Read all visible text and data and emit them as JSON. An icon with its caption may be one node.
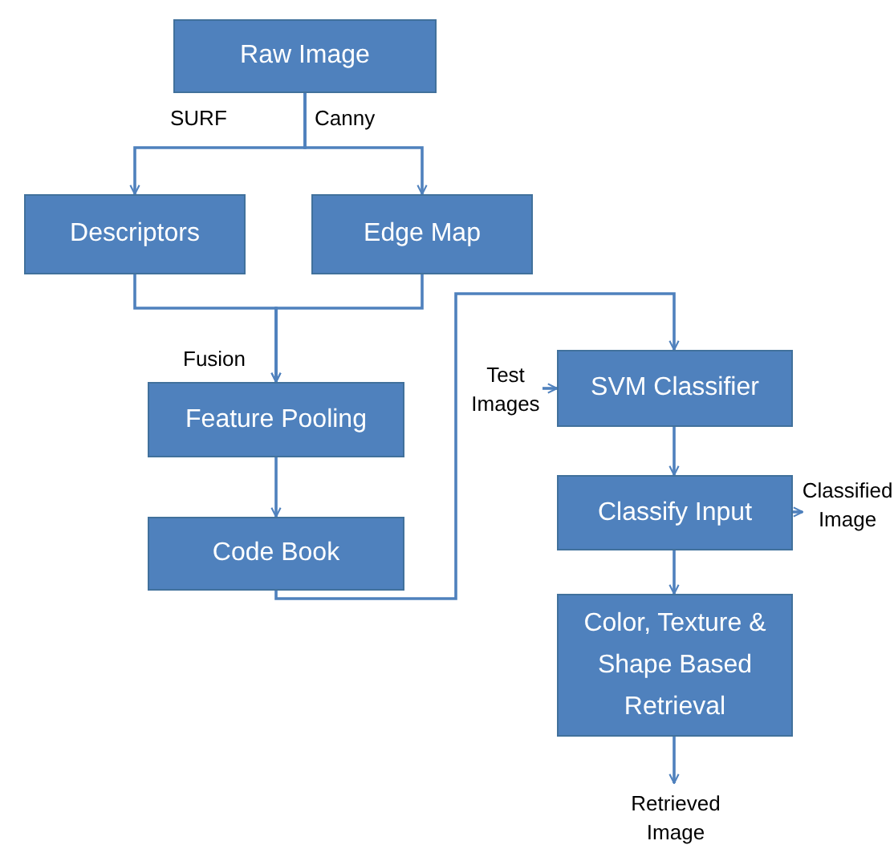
{
  "diagram": {
    "nodes": [
      {
        "text": [
          "Raw Image"
        ]
      },
      {
        "text": [
          "Descriptors"
        ]
      },
      {
        "text": [
          "Edge Map"
        ]
      },
      {
        "text": [
          "Feature Pooling"
        ]
      },
      {
        "text": [
          "Code Book"
        ]
      },
      {
        "text": [
          "SVM Classifier"
        ]
      },
      {
        "text": [
          "Classify Input"
        ]
      },
      {
        "text": [
          "Color, Texture & Shape Based Retrieval"
        ]
      },
      {
        "text": [
          "Retrieved Image"
        ]
      },
      {
        "text": [
          "Test Images"
        ]
      },
      {
        "text": [
          "Classified Image"
        ]
      }
    ],
    "edges": [
      {
        "from": 0,
        "to": 1,
        "arrow": "to",
        "label": "SURF"
      },
      {
        "from": 0,
        "to": 2,
        "arrow": "to",
        "label": "Canny"
      },
      {
        "from": 1,
        "to": 3,
        "arrow": "to",
        "label": "Fusion"
      },
      {
        "from": 2,
        "to": 3,
        "arrow": "to"
      },
      {
        "from": 3,
        "to": 4,
        "arrow": "to"
      },
      {
        "from": 4,
        "to": 5,
        "arrow": "to"
      },
      {
        "from": 9,
        "to": 5,
        "arrow": "to"
      },
      {
        "from": 5,
        "to": 6,
        "arrow": "to"
      },
      {
        "from": 6,
        "to": 10,
        "arrow": "to"
      },
      {
        "from": 6,
        "to": 7,
        "arrow": "to"
      },
      {
        "from": 7,
        "to": 8,
        "arrow": "to"
      }
    ]
  }
}
